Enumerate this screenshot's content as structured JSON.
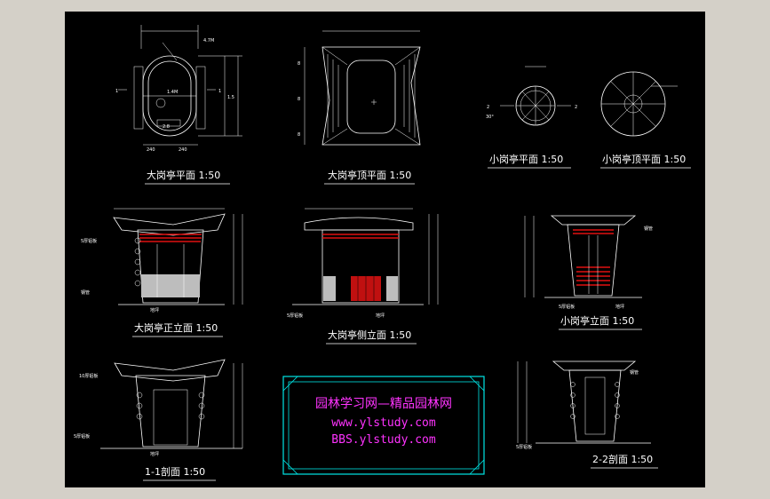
{
  "drawings": {
    "big_plan": "大岗亭平面   1:50",
    "big_roof": "大岗亭顶平面   1:50",
    "small_plan": "小岗亭平面   1:50",
    "small_roof": "小岗亭顶平面   1:50",
    "big_front": "大岗亭正立面   1:50",
    "big_side": "大岗亭侧立面   1:50",
    "small_front": "小岗亭立面   1:50",
    "section_1": "1-1剖面   1:50",
    "section_2": "2-2剖面   1:50"
  },
  "watermark": {
    "title": "园林学习网—精品园林网",
    "url1": "www.ylstudy.com",
    "url2": "BBS.ylstudy.com"
  },
  "colors": {
    "background": "#000000",
    "frame": "#d4d0c8",
    "lines": "#ffffff",
    "accent_red": "#e01010",
    "watermark_text": "#ff33ff",
    "watermark_border": "#00e5e5"
  }
}
